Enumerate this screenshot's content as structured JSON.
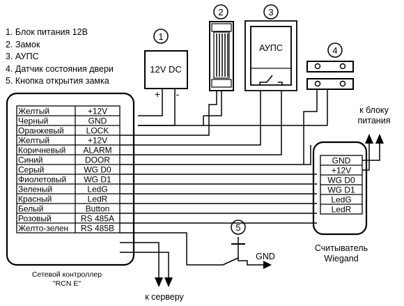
{
  "legend": [
    "1. Блок питания 12В",
    "2. Замок",
    "3. АУПС",
    "4. Датчик состояния двери",
    "5. Кнопка открытия замка"
  ],
  "markers": [
    "1",
    "2",
    "3",
    "4",
    "5"
  ],
  "power_supply": {
    "label": "12V DC",
    "plus": "+",
    "minus": "-"
  },
  "aups": {
    "label": "АУПС"
  },
  "controller": {
    "caption_line1": "Сетевой контроллер",
    "caption_line2": "\"RCN E\"",
    "rows": [
      {
        "color": "Желтый",
        "signal": "+12V"
      },
      {
        "color": "Черный",
        "signal": "GND"
      },
      {
        "color": "Оранжевый",
        "signal": "LOCK"
      },
      {
        "color": "Желтый",
        "signal": "+12V"
      },
      {
        "color": "Коричневый",
        "signal": "ALARM"
      },
      {
        "color": "Синий",
        "signal": "DOOR"
      },
      {
        "color": "Серый",
        "signal": "WG D0"
      },
      {
        "color": "Фиолетовый",
        "signal": "WG D1"
      },
      {
        "color": "Зеленый",
        "signal": "LedG"
      },
      {
        "color": "Красный",
        "signal": "LedR"
      },
      {
        "color": "Белый",
        "signal": "Button"
      },
      {
        "color": "Розовый",
        "signal": "RS 485A"
      },
      {
        "color": "Желто-зелен",
        "signal": "RS 485B"
      }
    ]
  },
  "reader": {
    "caption_line1": "Считыватель",
    "caption_line2": "Wiegand",
    "rows": [
      "GND",
      "+12V",
      "WG D0",
      "WG D1",
      "LedG",
      "LedR"
    ]
  },
  "labels": {
    "to_power_line1": "к блоку",
    "to_power_line2": "питания",
    "to_server": "к серверу",
    "gnd": "GND"
  }
}
